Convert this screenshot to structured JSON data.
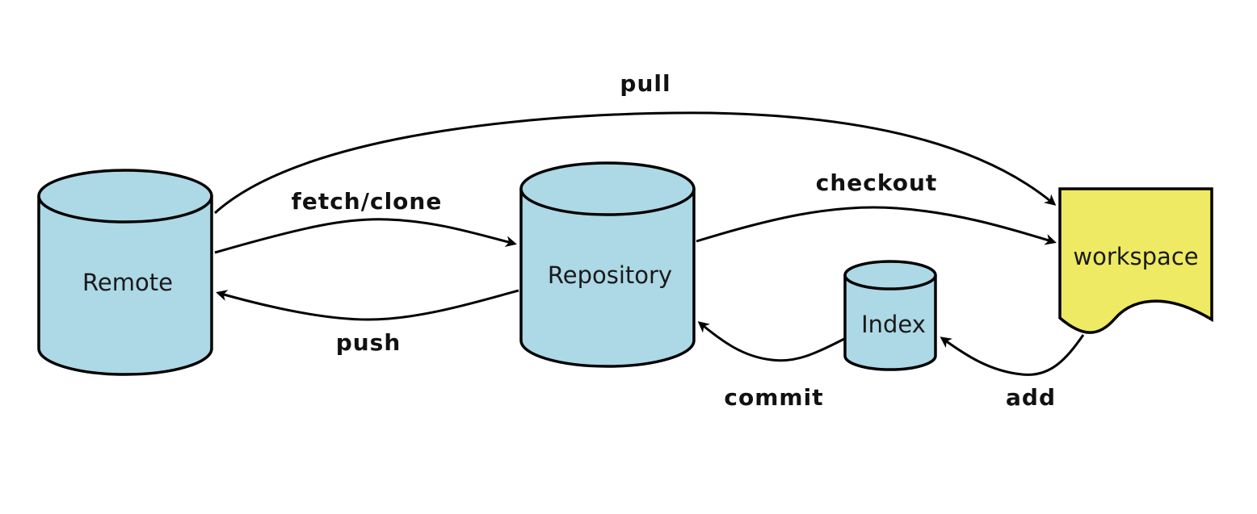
{
  "colors": {
    "cylinder_fill": "#add8e6",
    "workspace_fill": "#eeea63",
    "stroke": "#000000",
    "background": "#ffffff"
  },
  "nodes": {
    "remote": {
      "label": "Remote",
      "shape": "cylinder"
    },
    "repository": {
      "label": "Repository",
      "shape": "cylinder"
    },
    "index": {
      "label": "Index",
      "shape": "cylinder"
    },
    "workspace": {
      "label": "workspace",
      "shape": "document"
    }
  },
  "edges": {
    "pull": {
      "label": "pull",
      "from": "remote",
      "to": "workspace"
    },
    "fetch_clone": {
      "label": "fetch/clone",
      "from": "remote",
      "to": "repository"
    },
    "push": {
      "label": "push",
      "from": "repository",
      "to": "remote"
    },
    "checkout": {
      "label": "checkout",
      "from": "repository",
      "to": "workspace"
    },
    "commit": {
      "label": "commit",
      "from": "index",
      "to": "repository"
    },
    "add": {
      "label": "add",
      "from": "workspace",
      "to": "index"
    }
  }
}
